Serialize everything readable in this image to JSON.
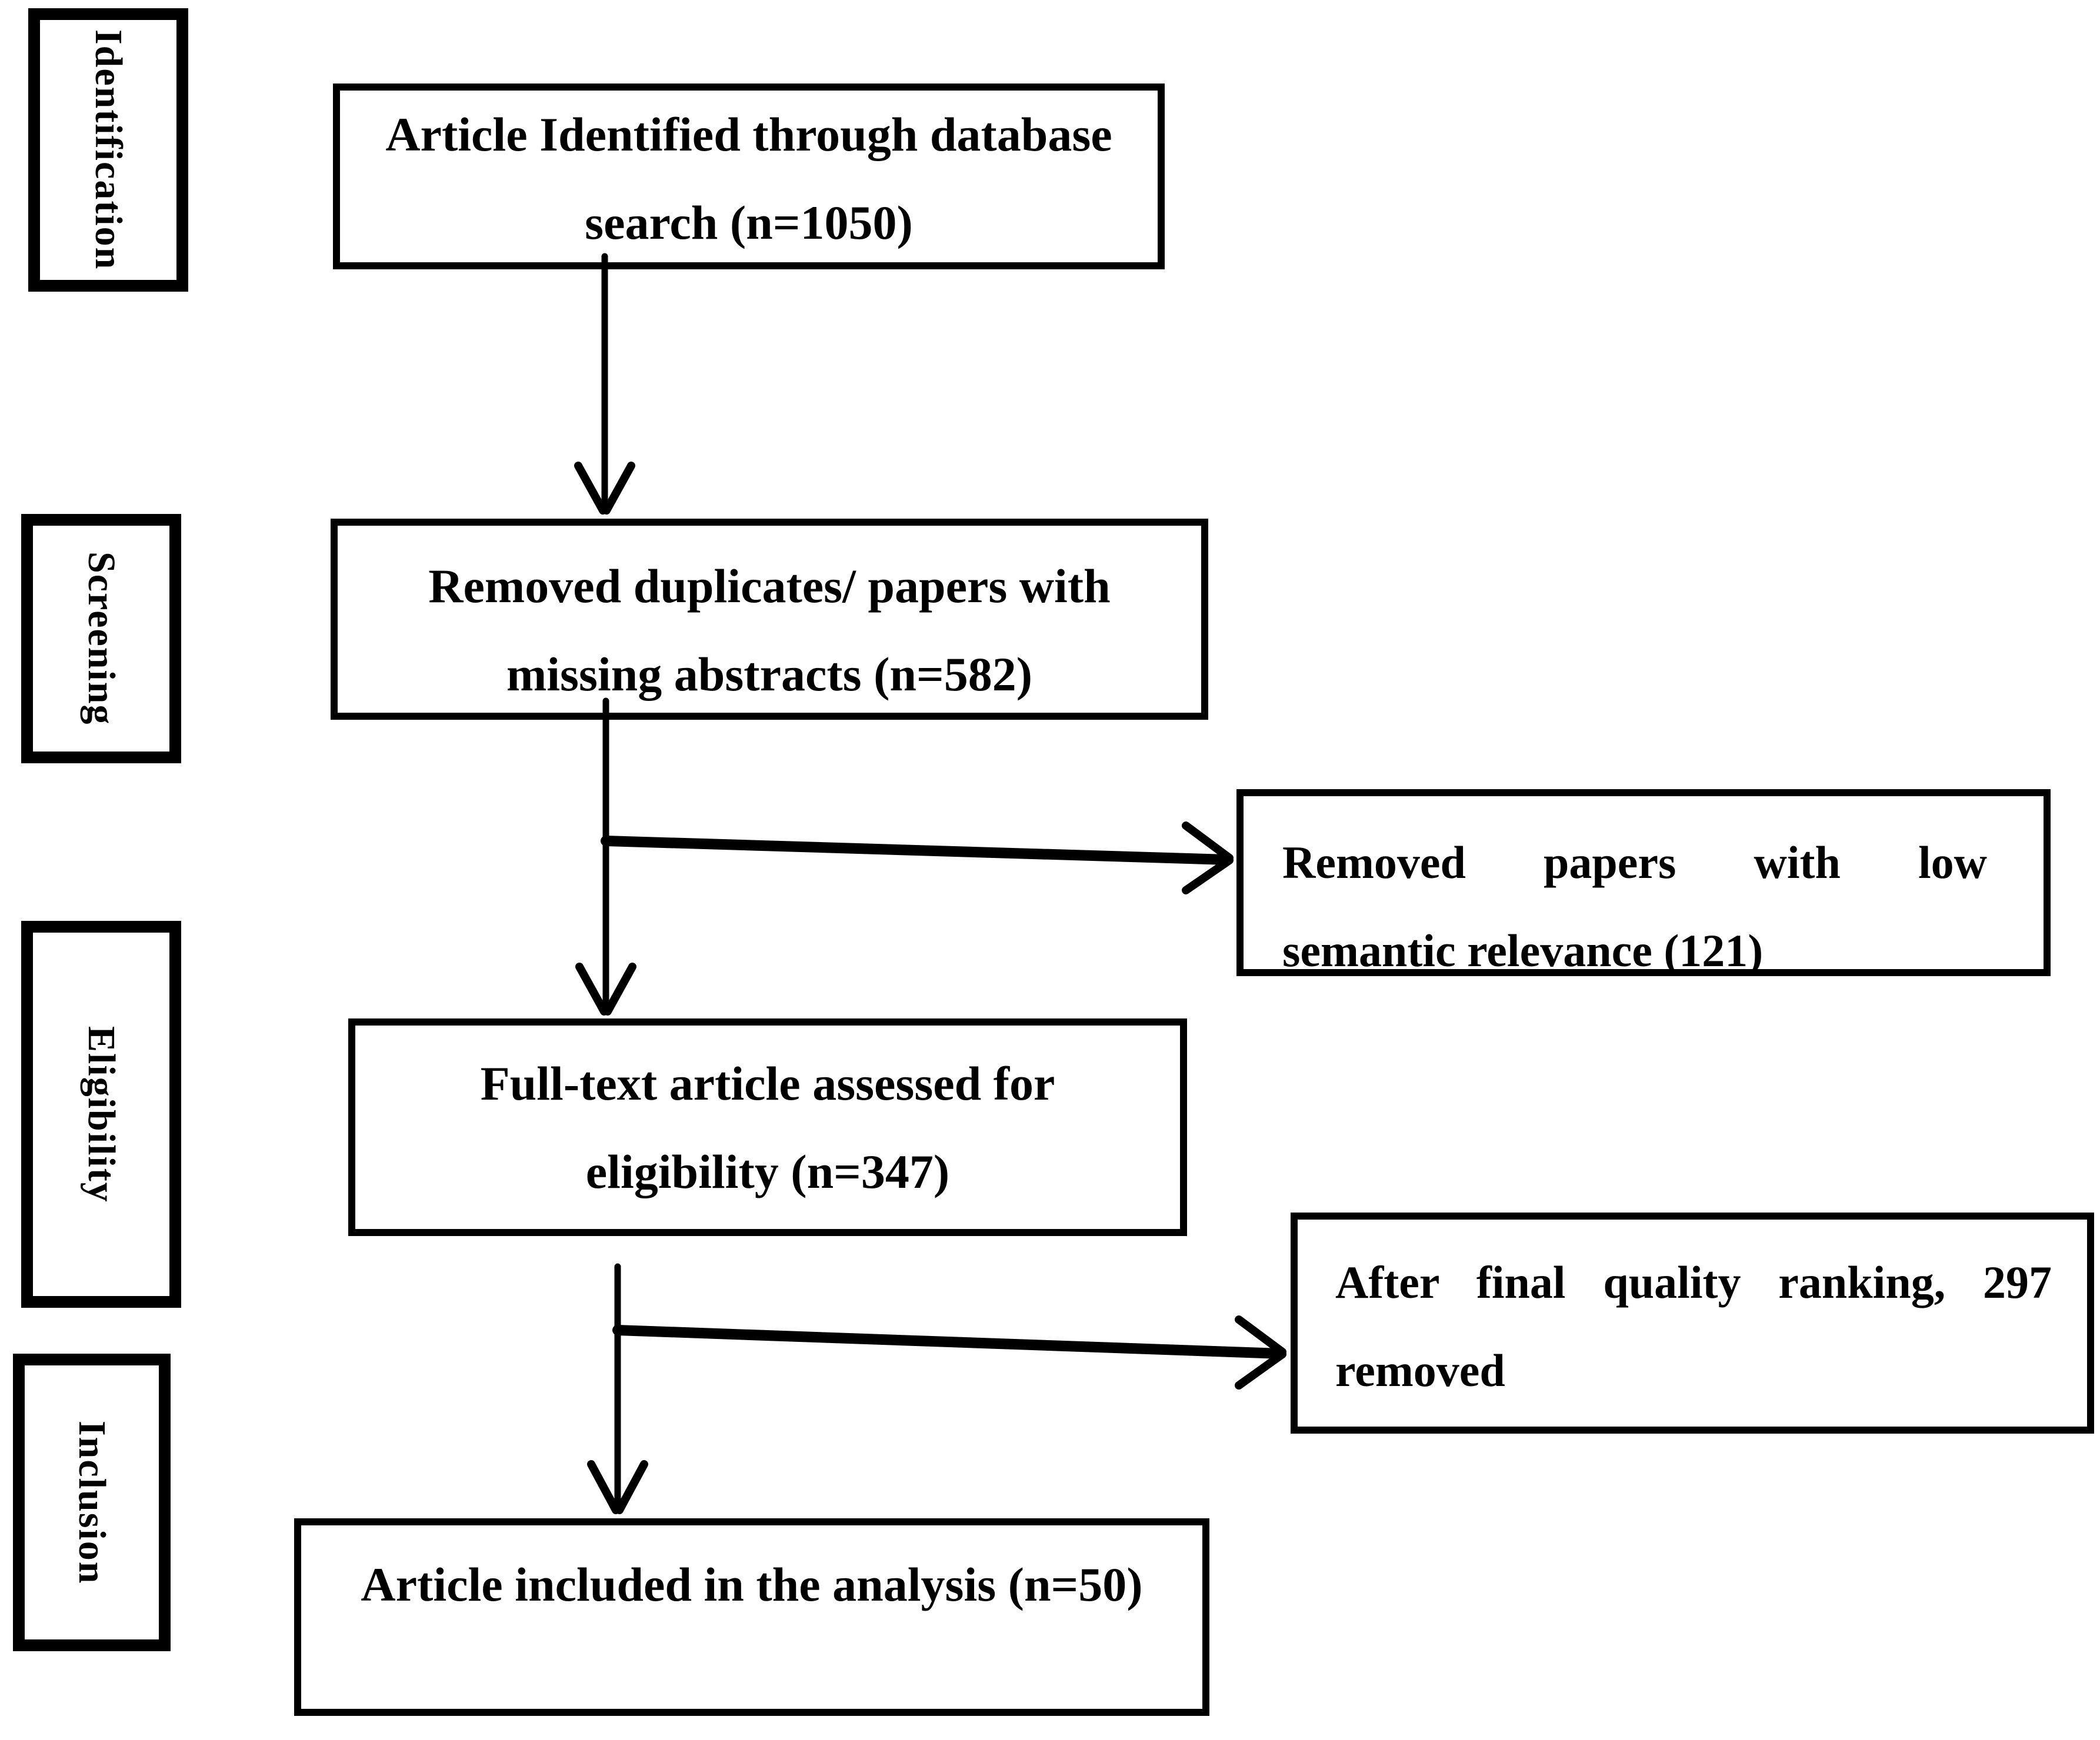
{
  "colors": {
    "ink": "#000000",
    "background": "#ffffff"
  },
  "stages": [
    {
      "label": "Identification"
    },
    {
      "label": "Screening"
    },
    {
      "label": "Eligibility"
    },
    {
      "label": "Inclusion"
    }
  ],
  "flow_boxes": [
    {
      "lines": [
        "Article Identified through database",
        "search (n=1050)"
      ]
    },
    {
      "lines": [
        "Removed duplicates/ papers with",
        "missing abstracts (n=582)"
      ]
    },
    {
      "lines": [
        "Full-text article assessed for",
        "eligibility (n=347)"
      ]
    },
    {
      "lines": [
        "Article included in the analysis (n=50)"
      ]
    }
  ],
  "side_boxes": [
    {
      "lines": [
        "Removed papers with low",
        "semantic relevance (121)"
      ]
    },
    {
      "lines": [
        "After final quality ranking, 297",
        "removed"
      ]
    }
  ],
  "arrows": [
    {
      "from": "flow-box-1",
      "to": "flow-box-2"
    },
    {
      "from": "flow-box-2",
      "to": "flow-box-3"
    },
    {
      "from": "flow-box-2",
      "to": "side-box-1"
    },
    {
      "from": "flow-box-3",
      "to": "flow-box-4"
    },
    {
      "from": "flow-box-3",
      "to": "side-box-2"
    }
  ]
}
